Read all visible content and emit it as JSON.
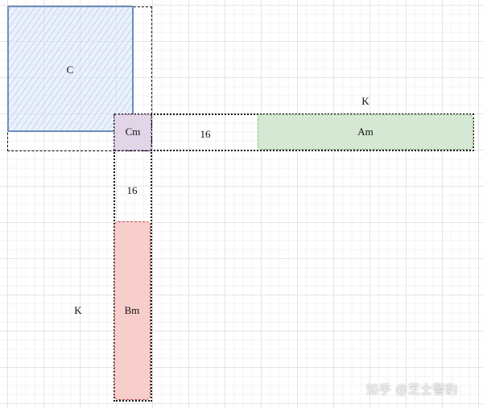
{
  "diagram": {
    "type": "matrix-tiling",
    "colors": {
      "c_fill": "#dae8fc",
      "c_stroke": "#6c8ebf",
      "cm_fill": "#e1d5e7",
      "am_fill": "#d5e8d4",
      "bm_fill": "#f8cecc",
      "frame": "#111111",
      "grid_major": "#e4e4e4",
      "grid_minor": "#f3f3f3"
    },
    "nodes": {
      "c": {
        "label": "C"
      },
      "cm": {
        "label": "Cm"
      },
      "am": {
        "label": "Am"
      },
      "bm": {
        "label": "Bm"
      }
    },
    "annotations": {
      "a_row_tile": "16",
      "b_col_tile": "16",
      "k_horizontal": "K",
      "k_vertical": "K"
    },
    "watermark": "知乎 @芝士警豹"
  }
}
